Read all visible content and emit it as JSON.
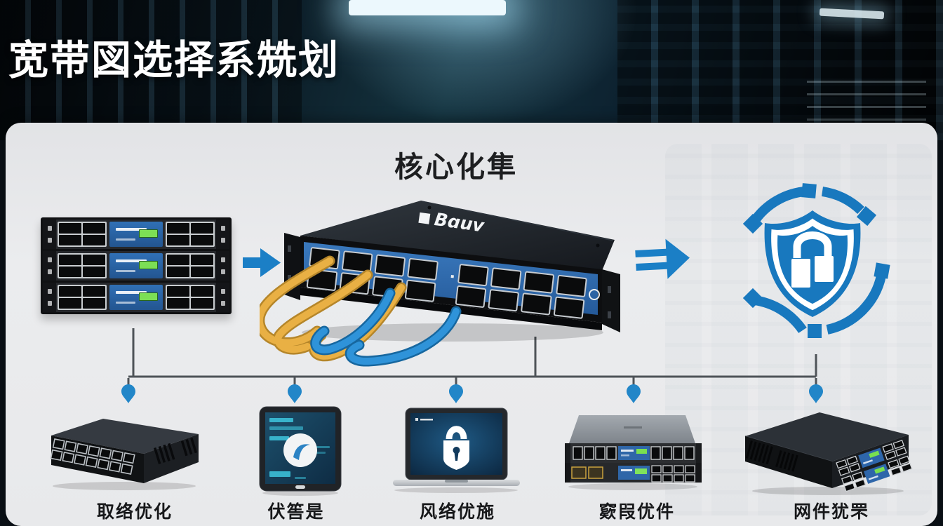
{
  "page": {
    "title": "宽带図选择系兟划"
  },
  "hero": {
    "heading": "核心化隼",
    "switch_logo": "Bɑuv"
  },
  "bottom": {
    "items": [
      {
        "label": "取络优化"
      },
      {
        "label": "伏筶是"
      },
      {
        "label": "风络优施"
      },
      {
        "label": "窽叚优件"
      },
      {
        "label": "网件犹罘"
      }
    ]
  },
  "colors": {
    "accent_blue": "#1b7fc6",
    "shield_blue": "#1878be",
    "device_panel_blue": "#2e6cb2",
    "cable_yellow": "#e9b044",
    "cable_blue": "#2f93d9",
    "led_green": "#7ce055",
    "connector_gray": "#4e5358",
    "panel_gray": "#e9eaec"
  }
}
